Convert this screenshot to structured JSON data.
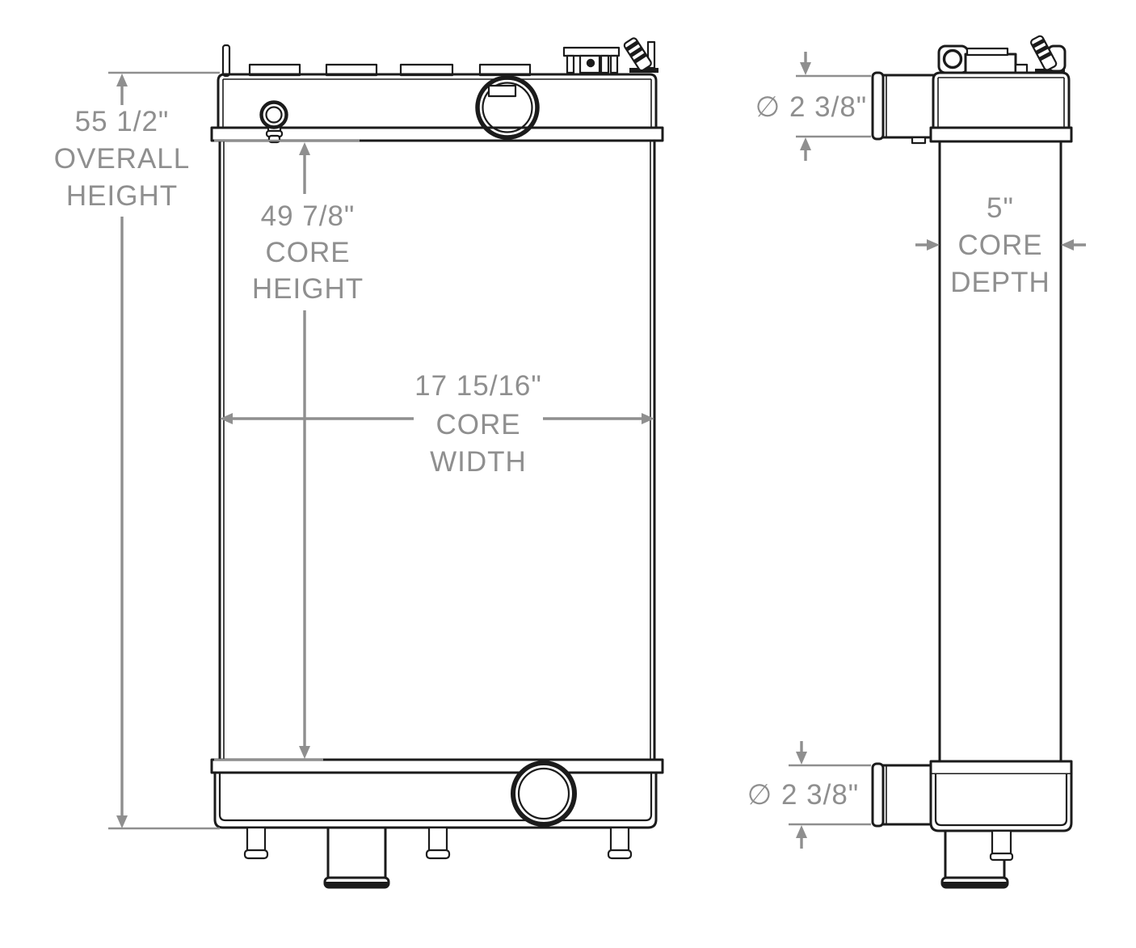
{
  "drawing": {
    "front_view": {
      "overall_height": [
        "55 1/2\"",
        "OVERALL",
        "HEIGHT"
      ],
      "core_height": [
        "49 7/8\"",
        "CORE",
        "HEIGHT"
      ],
      "core_width": [
        "17 15/16\"",
        "CORE",
        "WIDTH"
      ]
    },
    "side_view": {
      "core_depth": [
        "5\"",
        "CORE",
        "DEPTH"
      ],
      "top_port_diameter": "∅ 2 3/8\"",
      "bottom_port_diameter": "∅ 2 3/8\""
    },
    "colors": {
      "dimension_gray": "#8f8f8f",
      "line_black": "#1b1b1b",
      "background": "#ffffff"
    }
  }
}
